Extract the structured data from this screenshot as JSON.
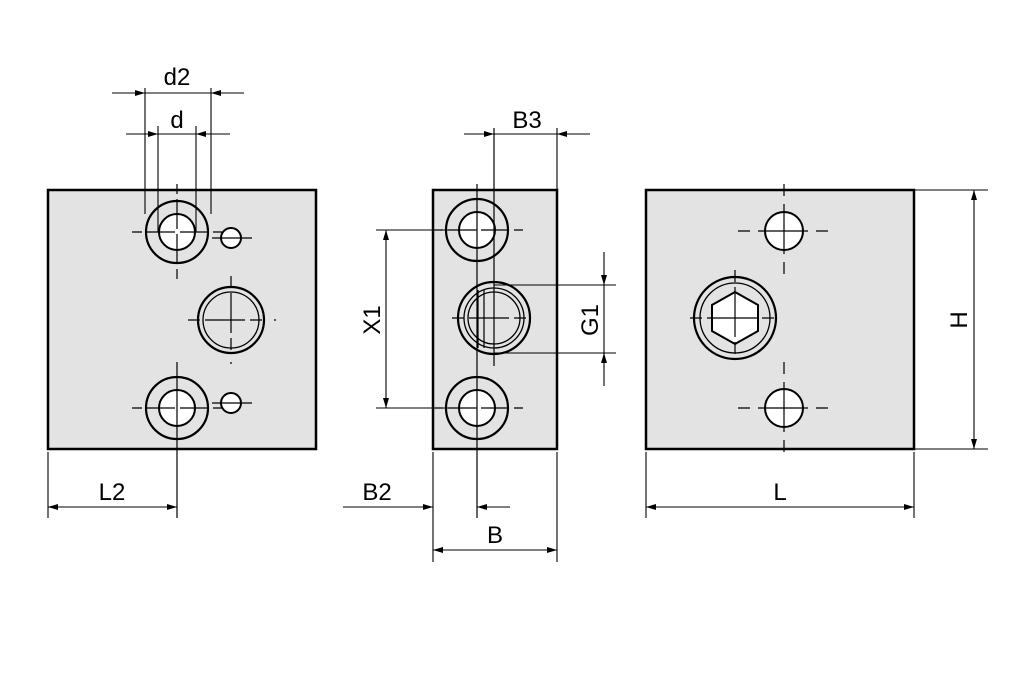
{
  "dimensions": {
    "d2": "d2",
    "d": "d",
    "b3": "B3",
    "x1": "X1",
    "g1": "G1",
    "h": "H",
    "l2": "L2",
    "b2": "B2",
    "b": "B",
    "l": "L"
  }
}
